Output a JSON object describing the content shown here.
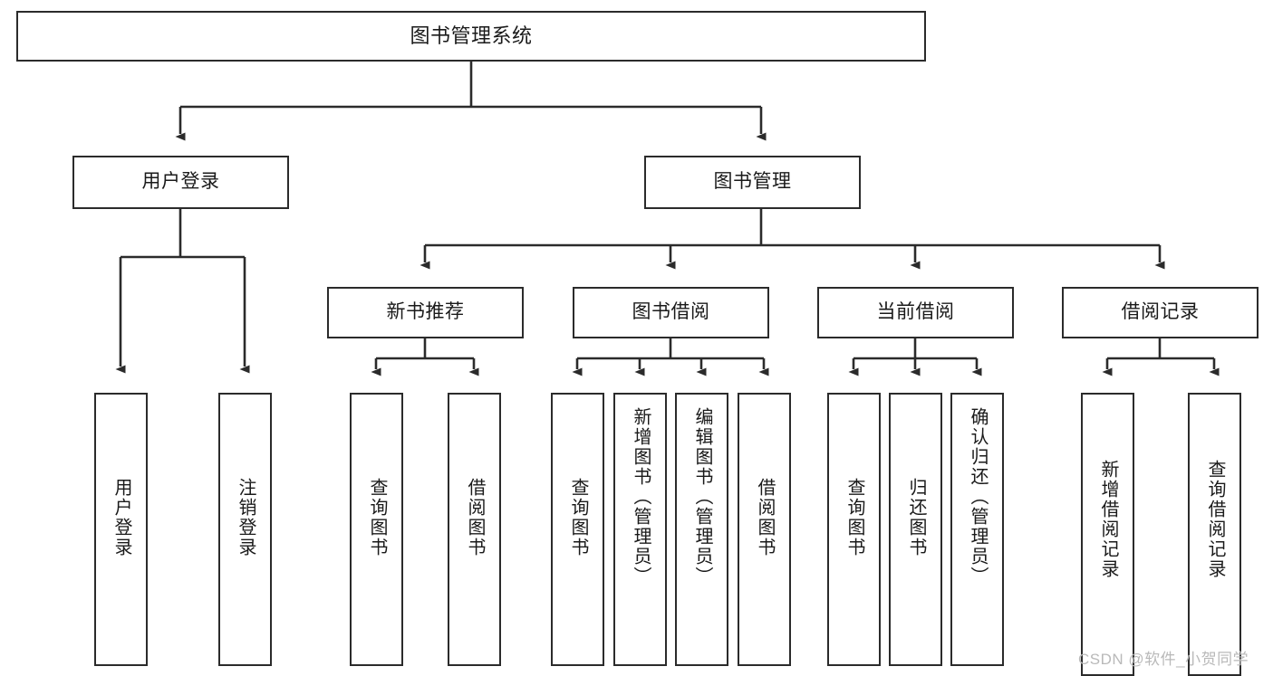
{
  "diagram": {
    "title": "图书管理系统",
    "type": "tree-hierarchy-diagram",
    "watermark": "CSDN @软件_小贺同学",
    "colors": {
      "background": "#ffffff",
      "box_border": "#2b2b2b",
      "connector": "#2b2b2b",
      "text": "#1a1a1a",
      "watermark": "#b9b9b9"
    },
    "root": {
      "label": "图书管理系统"
    },
    "level2": [
      {
        "label": "用户登录"
      },
      {
        "label": "图书管理"
      }
    ],
    "level3": [
      {
        "label": "新书推荐"
      },
      {
        "label": "图书借阅"
      },
      {
        "label": "当前借阅"
      },
      {
        "label": "借阅记录"
      }
    ],
    "leaves": {
      "user_login": [
        {
          "label": "用户登录"
        },
        {
          "label": "注销登录"
        }
      ],
      "new_book_recommend": [
        {
          "label": "查询图书"
        },
        {
          "label": "借阅图书"
        }
      ],
      "book_borrow": [
        {
          "label": "查询图书"
        },
        {
          "label": "新增图书（管理员）"
        },
        {
          "label": "编辑图书（管理员）"
        },
        {
          "label": "借阅图书"
        }
      ],
      "current_borrow": [
        {
          "label": "查询图书"
        },
        {
          "label": "归还图书"
        },
        {
          "label": "确认归还（管理员）"
        }
      ],
      "borrow_records": [
        {
          "label": "新增借阅记录"
        },
        {
          "label": "查询借阅记录"
        }
      ]
    }
  }
}
